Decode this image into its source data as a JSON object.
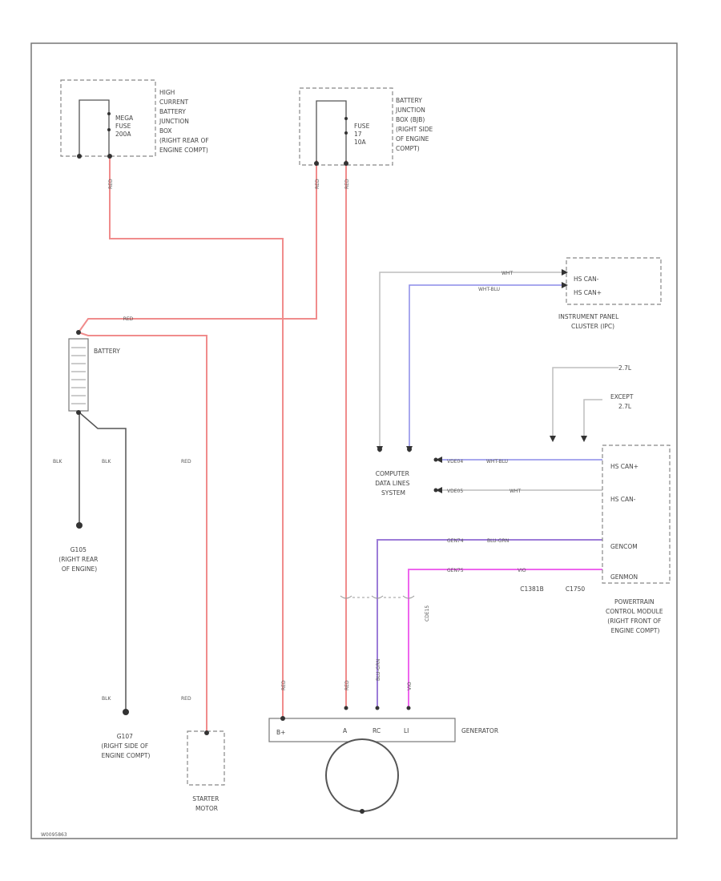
{
  "colors": {
    "red": "#f08c8c",
    "white": "#bdbdbd",
    "blue": "#8c8ce8",
    "violet": "#9c7cd8",
    "pink": "#ee66ee",
    "black": "#555555"
  },
  "components": {
    "hcbjb": {
      "lines": [
        "HIGH",
        "CURRENT",
        "BATTERY",
        "JUNCTION",
        "BOX",
        "(RIGHT REAR OF",
        "ENGINE COMPT)"
      ],
      "fuse_lines": [
        "MEGA",
        "FUSE",
        "200A"
      ]
    },
    "bjb": {
      "lines": [
        "BATTERY",
        "JUNCTION",
        "BOX (BJB)",
        "(RIGHT SIDE",
        "OF ENGINE",
        "COMPT)"
      ],
      "fuse_lines": [
        "FUSE",
        "17",
        "10A"
      ]
    },
    "ipc": {
      "lines": [
        "INSTRUMENT PANEL",
        "CLUSTER (IPC)"
      ],
      "pins": [
        "HS CAN-",
        "HS CAN+"
      ]
    },
    "battery": {
      "label": "BATTERY"
    },
    "g105": {
      "lines": [
        "G105",
        "(RIGHT REAR",
        "OF ENGINE)"
      ]
    },
    "g107": {
      "lines": [
        "G107",
        "(RIGHT SIDE OF",
        "ENGINE COMPT)"
      ]
    },
    "starter": {
      "lines": [
        "STARTER",
        "MOTOR"
      ]
    },
    "generator": {
      "label": "GENERATOR",
      "pins": [
        "B+",
        "A",
        "RC",
        "LI"
      ]
    },
    "pcm": {
      "lines": [
        "POWERTRAIN",
        "CONTROL MODULE",
        "(RIGHT FRONT OF",
        "ENGINE COMPT)"
      ],
      "pins": [
        "HS CAN+",
        "HS CAN-",
        "GENCOM",
        "GENMON"
      ]
    },
    "cdls": {
      "lines": [
        "COMPUTER",
        "DATA LINES",
        "SYSTEM"
      ]
    },
    "conn1": "C1381B",
    "conn2": "C1750"
  },
  "variants": {
    "v1": "2.7L",
    "v2_lines": [
      "EXCEPT",
      "2.7L"
    ]
  },
  "wire_labels": {
    "w1": "RED",
    "w2": "RED",
    "w3": "RED",
    "w4": "RED",
    "w5": "BLK",
    "w6": "BLK",
    "w7": "RED",
    "w8": "BLK",
    "w9": "RED",
    "w10": "RED",
    "w11": "RED",
    "w12": "WHT",
    "w13": "WHT-BLU",
    "w14": "VDE04",
    "w15": "WHT-BLU",
    "w16": "VDE05",
    "w17": "WHT",
    "w18": "GEN74",
    "w19": "BLU-GRN",
    "w20": "GEN75",
    "w21": "VIO",
    "w22": "BLU-GRN",
    "w23": "VIO",
    "w24": "CDE15"
  },
  "footer": {
    "code": "W0095863"
  }
}
